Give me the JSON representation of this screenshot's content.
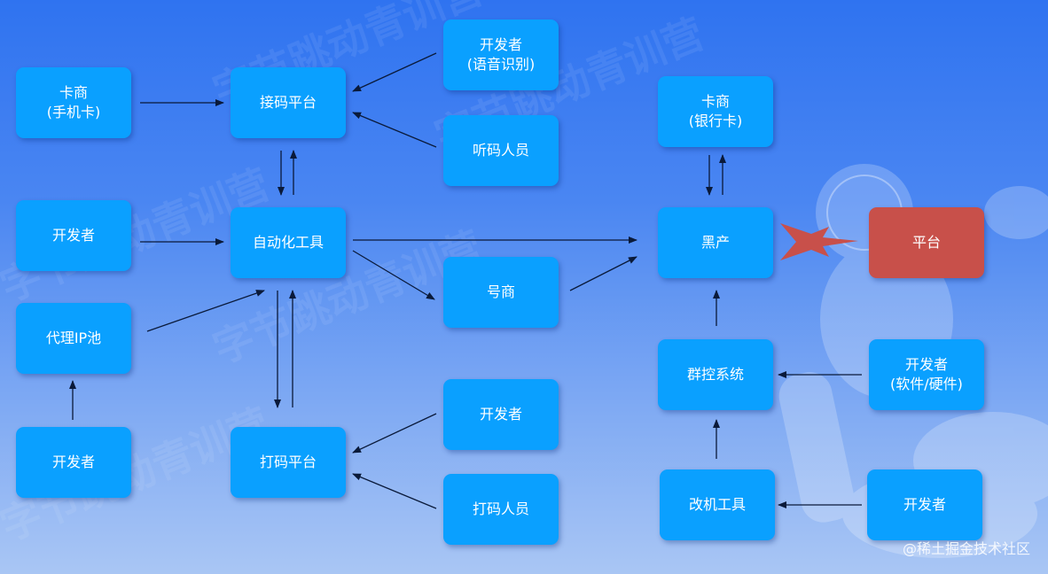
{
  "nodes": {
    "kashang_phone": {
      "line1": "卡商",
      "line2": "(手机卡)"
    },
    "jiema_platform": {
      "line1": "接码平台"
    },
    "dev_voice": {
      "line1": "开发者",
      "line2": "(语音识别)"
    },
    "tingma_staff": {
      "line1": "听码人员"
    },
    "dev_left": {
      "line1": "开发者"
    },
    "auto_tool": {
      "line1": "自动化工具"
    },
    "proxy_pool": {
      "line1": "代理IP池"
    },
    "dev_bottom_left": {
      "line1": "开发者"
    },
    "haoshang": {
      "line1": "号商"
    },
    "dama_platform": {
      "line1": "打码平台"
    },
    "dev_dama": {
      "line1": "开发者"
    },
    "dama_staff": {
      "line1": "打码人员"
    },
    "kashang_bank": {
      "line1": "卡商",
      "line2": "(银行卡)"
    },
    "heichan": {
      "line1": "黑产"
    },
    "platform": {
      "line1": "平台"
    },
    "qunkong": {
      "line1": "群控系统"
    },
    "dev_hw": {
      "line1": "开发者",
      "line2": "(软件/硬件)"
    },
    "gaiji": {
      "line1": "改机工具"
    },
    "dev_gaiji": {
      "line1": "开发者"
    }
  },
  "watermark": "字节跳动青训营",
  "credit": "@稀土掘金技术社区",
  "colors": {
    "node": "#0aa0ff",
    "target": "#c8504a",
    "arrow": "#0a1a3a",
    "bg_top": "#2f73f0"
  }
}
